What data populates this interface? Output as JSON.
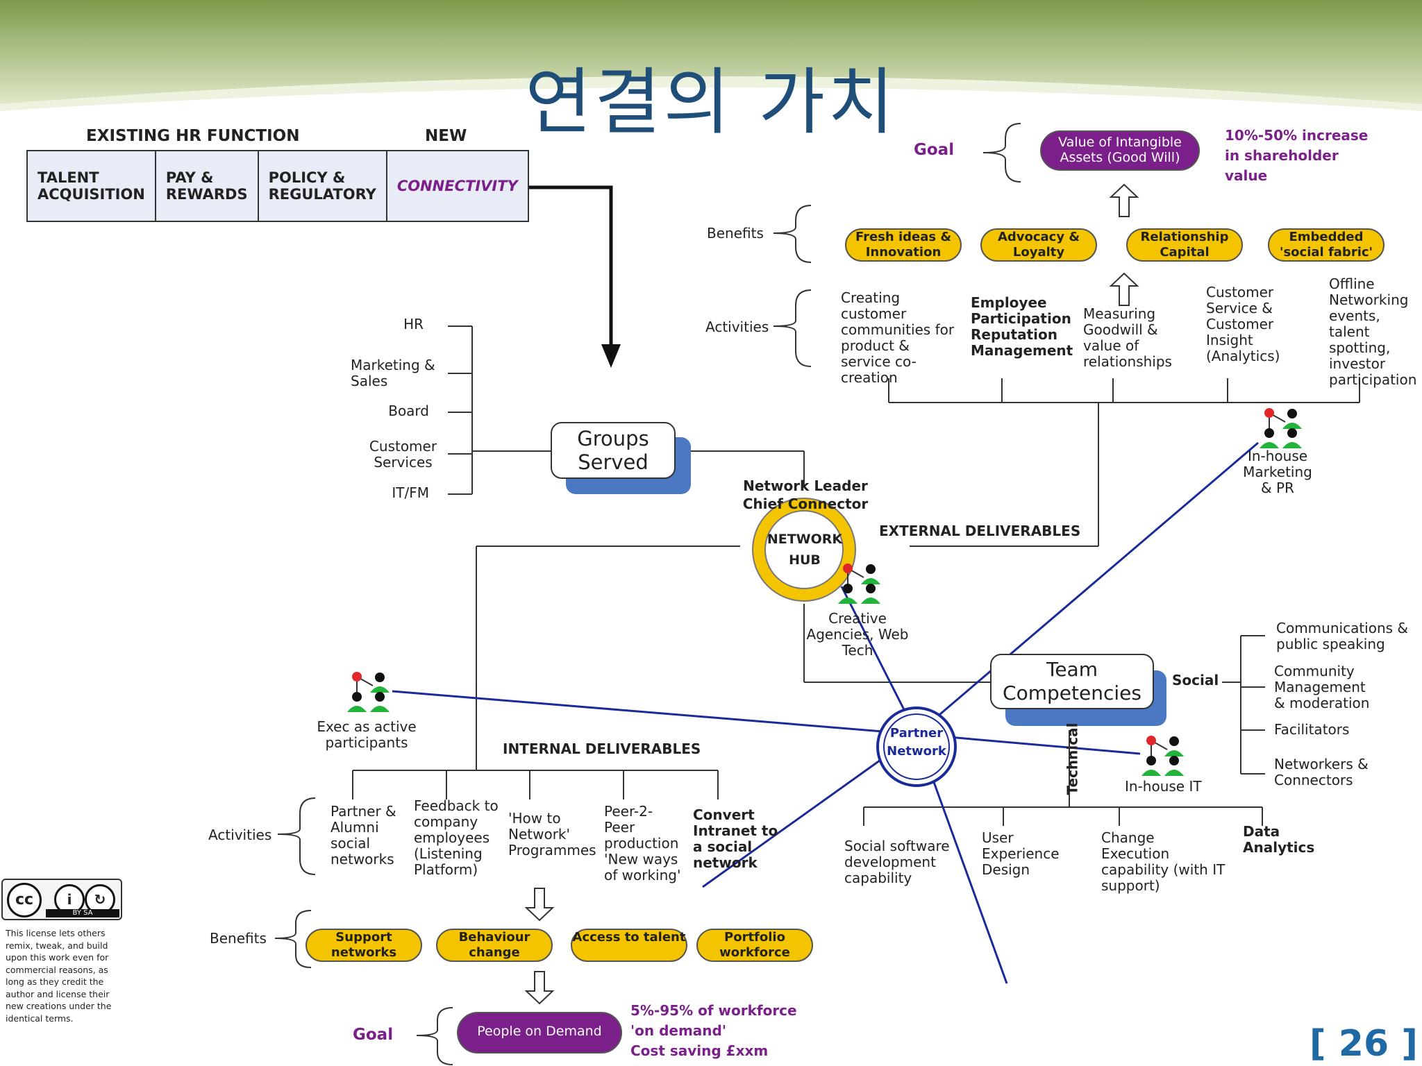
{
  "title": "연결의 가치",
  "page_number": "[ 26 ]",
  "hr_table": {
    "header_existing": "EXISTING HR FUNCTION",
    "header_new": "NEW",
    "cells": [
      "TALENT ACQUISITION",
      "PAY & REWARDS",
      "POLICY & REGULATORY",
      "CONNECTIVITY"
    ]
  },
  "groups": {
    "items": [
      "HR",
      "Marketing & Sales",
      "Board",
      "Customer Services",
      "IT/FM"
    ],
    "box_label": "Groups Served"
  },
  "hub": {
    "leader_label": "Network Leader Chief Connector",
    "hub_label": "NETWORK HUB",
    "external_label": "EXTERNAL DELIVERABLES",
    "internal_label": "INTERNAL DELIVERABLES",
    "creative_label": "Creative Agencies, Web Tech"
  },
  "external": {
    "goal_label": "Goal",
    "goal_box": "Value of Intangible Assets (Good Will)",
    "goal_note": "10%-50% increase in shareholder value",
    "benefits_label": "Benefits",
    "benefits": [
      "Fresh ideas & Innovation",
      "Advocacy & Loyalty",
      "Relationship Capital",
      "Embedded 'social fabric'"
    ],
    "activities_label": "Activities",
    "activities": [
      "Creating customer communities for product & service co-creation",
      "Employee Participation Reputation Management",
      "Measuring Goodwill & value of relationships",
      "Customer Service & Customer Insight (Analytics)",
      "Offline Networking events, talent spotting, investor participation"
    ],
    "marketing_label": "In-house Marketing & PR"
  },
  "internal": {
    "exec_label": "Exec as active participants",
    "activities_label": "Activities",
    "activities": [
      "Partner & Alumni social networks",
      "Feedback to company employees (Listening Platform)",
      "'How to Network' Programmes",
      "Peer-2-Peer production 'New ways of working'",
      "Convert Intranet to a social network"
    ],
    "benefits_label": "Benefits",
    "benefits": [
      "Support networks",
      "Behaviour change",
      "Access to talent",
      "Portfolio workforce"
    ],
    "goal_label": "Goal",
    "goal_box": "People on Demand",
    "goal_note": [
      "5%-95% of workforce",
      "'on demand'",
      "Cost saving £xxm"
    ]
  },
  "team": {
    "box_label": "Team Competencies",
    "social_label": "Social",
    "social_items": [
      "Communications & public speaking",
      "Community Management & moderation",
      "Facilitators",
      "Networkers & Connectors"
    ],
    "technical_label": "Technical",
    "technical_items": [
      "Social software development capability",
      "User Experience Design",
      "Change Execution capability (with IT support)",
      "Data Analytics"
    ],
    "it_label": "In-house IT"
  },
  "partner_label": "Partner Network",
  "license": {
    "icons": [
      "cc-icon",
      "by-icon",
      "sa-icon"
    ],
    "badge_text": "BY   SA",
    "text": "This license lets others remix, tweak, and build upon this work even for commercial reasons, as long as they credit the author and license their new creations under the identical terms."
  },
  "colors": {
    "accent_yellow": "#f5c400",
    "accent_purple": "#7b1f8a",
    "accent_blue": "#4a78c2",
    "line_navy": "#1a2a99",
    "title": "#1f4e79"
  }
}
